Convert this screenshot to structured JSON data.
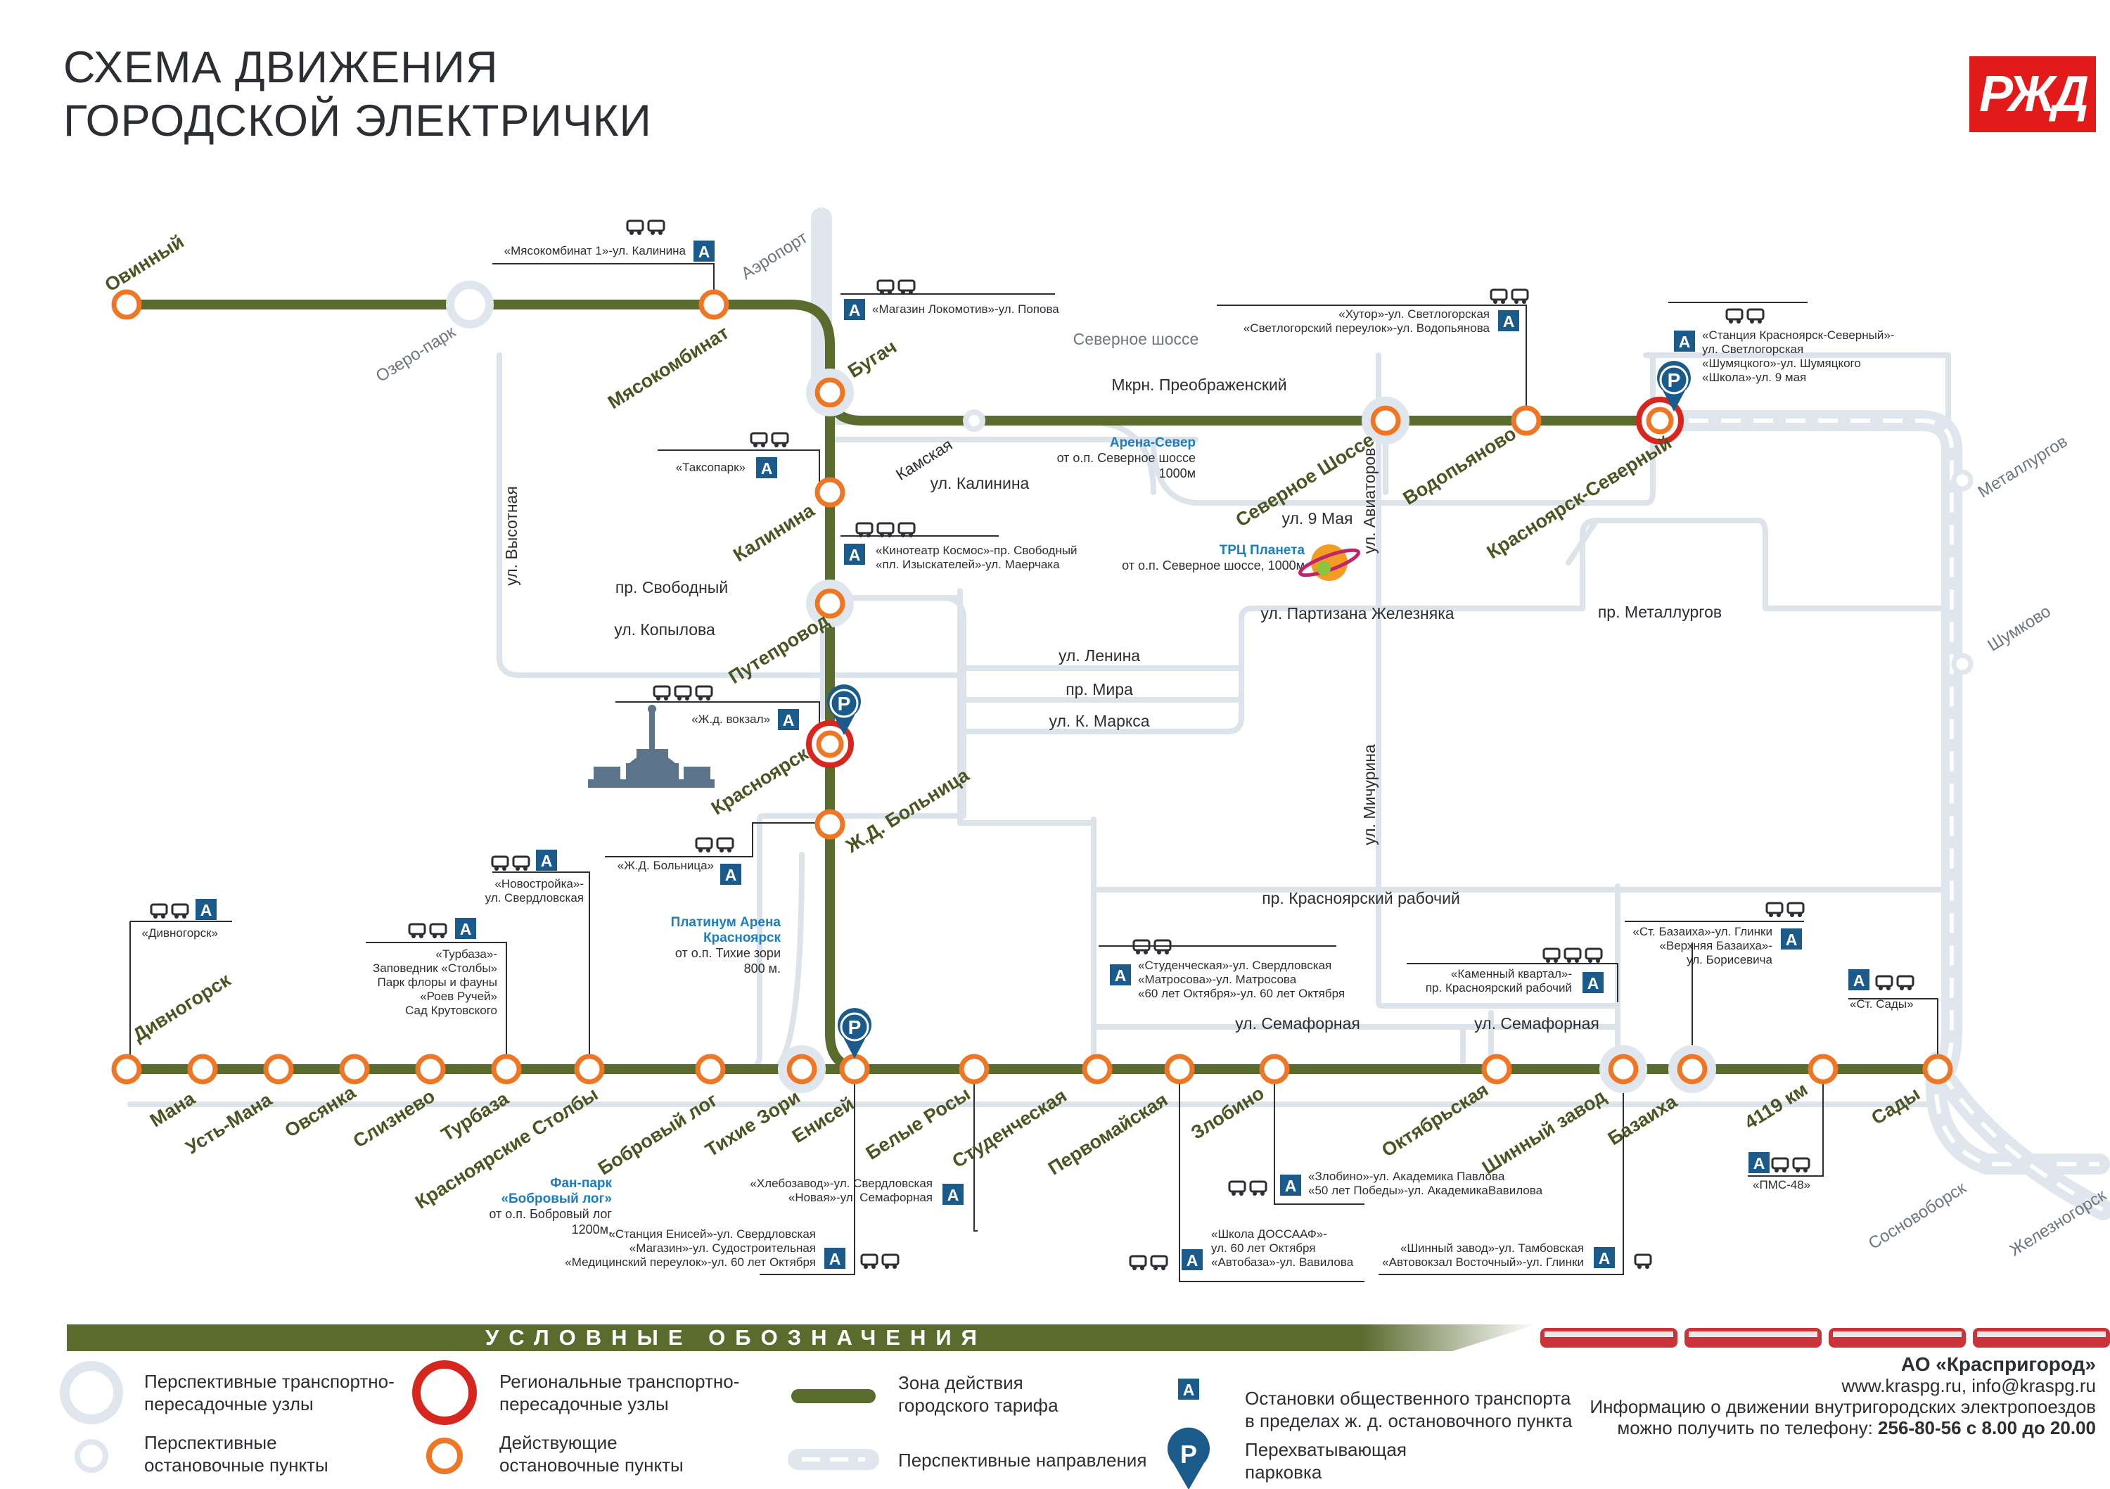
{
  "title": {
    "line1": "СХЕМА ДВИЖЕНИЯ",
    "line2": "ГОРОДСКОЙ ЭЛЕКТРИЧКИ"
  },
  "logo": {
    "text": "РЖД"
  },
  "colors": {
    "tariff_line": "#5a6b2e",
    "future_line": "#dfe6ee",
    "station_ring": "#ee7624",
    "regional_hub": "#d7261e",
    "street": "#dce3ea",
    "parking": "#1b5b8c",
    "bus_stop": "#1b5b8c",
    "label_street": "#2b2e33",
    "label_station": "#4b5522",
    "label_future": "#6d7680"
  },
  "stations": [
    {
      "id": "ovinny",
      "name": "Овинный"
    },
    {
      "id": "ozero_park",
      "name": "Озеро-парк",
      "future": true
    },
    {
      "id": "myasokombinat",
      "name": "Мясокомбинат"
    },
    {
      "id": "aeroport",
      "name": "Аэропорт",
      "future": true
    },
    {
      "id": "bugach",
      "name": "Бугач"
    },
    {
      "id": "kalinina",
      "name": "Калинина"
    },
    {
      "id": "puteprovod",
      "name": "Путепровод"
    },
    {
      "id": "krasnoyarsk",
      "name": "Красноярск"
    },
    {
      "id": "zhd_bolnitsa",
      "name": "Ж.Д. Больница"
    },
    {
      "id": "divnogorsk",
      "name": "Дивногорск"
    },
    {
      "id": "mana",
      "name": "Мана"
    },
    {
      "id": "ust_mana",
      "name": "Усть-Мана"
    },
    {
      "id": "ovsyanka",
      "name": "Овсянка"
    },
    {
      "id": "sliznevo",
      "name": "Слизнево"
    },
    {
      "id": "turbaza",
      "name": "Турбаза"
    },
    {
      "id": "kras_stolby",
      "name": "Красноярские Столбы"
    },
    {
      "id": "bobrovy_log",
      "name": "Бобровый лог"
    },
    {
      "id": "tikhie_zori",
      "name": "Тихие Зори"
    },
    {
      "id": "enisey",
      "name": "Енисей"
    },
    {
      "id": "belye_rosy",
      "name": "Белые Росы"
    },
    {
      "id": "studencheskaya",
      "name": "Студенческая"
    },
    {
      "id": "pervomayskaya",
      "name": "Первомайская"
    },
    {
      "id": "zlobino",
      "name": "Злобино"
    },
    {
      "id": "oktyabrskaya",
      "name": "Октябрьская"
    },
    {
      "id": "shinny_zavod",
      "name": "Шинный завод"
    },
    {
      "id": "bazaikha",
      "name": "Базаиха"
    },
    {
      "id": "km4119",
      "name": "4119 км"
    },
    {
      "id": "sady",
      "name": "Сады"
    },
    {
      "id": "sev_shosse",
      "name": "Северное Шоссе"
    },
    {
      "id": "vodopyanovo",
      "name": "Водопьяново"
    },
    {
      "id": "kras_severny",
      "name": "Красноярск-Северный"
    },
    {
      "id": "metallurgov",
      "name": "Металлургов",
      "future": true
    },
    {
      "id": "shumkovo",
      "name": "Шумково",
      "future": true
    },
    {
      "id": "sosnovoborsk",
      "name": "Сосновоборск",
      "future": true
    },
    {
      "id": "zheleznogorsk",
      "name": "Железногорск",
      "future": true
    }
  ],
  "streets": [
    {
      "id": "sev_shosse_st",
      "name": "Северное шоссе"
    },
    {
      "id": "preobrazh",
      "name": "Мкрн. Преображенский"
    },
    {
      "id": "kamskaya",
      "name": "Камская"
    },
    {
      "id": "kalinina_st",
      "name": "ул. Калинина"
    },
    {
      "id": "vysotnaya",
      "name": "ул. Высотная"
    },
    {
      "id": "svobodny",
      "name": "пр. Свободный"
    },
    {
      "id": "kopylova",
      "name": "ул. Копылова"
    },
    {
      "id": "lenina",
      "name": "ул. Ленина"
    },
    {
      "id": "mira",
      "name": "пр. Мира"
    },
    {
      "id": "marksa",
      "name": "ул. К. Маркса"
    },
    {
      "id": "may9",
      "name": "ул. 9 Мая"
    },
    {
      "id": "aviatorov",
      "name": "ул. Авиаторов"
    },
    {
      "id": "partizana",
      "name": "ул. Партизана Железняка"
    },
    {
      "id": "metallurgov_pr",
      "name": "пр. Металлургов"
    },
    {
      "id": "michurina",
      "name": "ул. Мичурина"
    },
    {
      "id": "kras_rabochy",
      "name": "пр. Красноярский рабочий"
    },
    {
      "id": "semafornaya1",
      "name": "ул. Семафорная"
    },
    {
      "id": "semafornaya2",
      "name": "ул. Семафорная"
    }
  ],
  "notes": [
    {
      "id": "arena",
      "title": "Арена-Север",
      "lines": [
        "от о.п. Северное шоссе",
        "1000м"
      ]
    },
    {
      "id": "planeta",
      "title": "ТРЦ Планета",
      "lines": [
        "от о.п. Северное шоссе, 1000м"
      ]
    },
    {
      "id": "platinum",
      "title": "Платинум Арена",
      "title2": "Красноярск",
      "lines": [
        "от о.п. Тихие зори",
        "800 м."
      ]
    },
    {
      "id": "fanpark",
      "title": "Фан-парк",
      "title2": "«Бобровый лог»",
      "lines": [
        "от о.п. Бобровый лог",
        "1200м."
      ]
    }
  ],
  "stops": [
    {
      "id": "s_myaso",
      "lines": [
        "«Мясокомбинат 1»-ул. Калинина"
      ]
    },
    {
      "id": "s_lokomotiv",
      "lines": [
        "«Магазин Локомотив»-ул. Попова"
      ]
    },
    {
      "id": "s_taksopark",
      "lines": [
        "«Таксопарк»"
      ]
    },
    {
      "id": "s_kosmos",
      "lines": [
        "«Кинотеатр Космос»-пр. Свободный",
        "«пл. Изыскателей»-ул. Маерчака"
      ]
    },
    {
      "id": "s_vokzal",
      "lines": [
        "«Ж.д. вокзал»"
      ]
    },
    {
      "id": "s_bolnitsa",
      "lines": [
        "«Ж.Д. Больница»"
      ]
    },
    {
      "id": "s_hutor",
      "lines": [
        "«Хутор»-ул. Светлогорская",
        "«Светлогорский переулок»-ул. Водопьянова"
      ]
    },
    {
      "id": "s_severny",
      "lines": [
        "«Станция Красноярск-Северный»-",
        "ул. Светлогорская",
        "«Шумяцкого»-ул. Шумяцкого",
        "«Школа»-ул. 9 мая"
      ]
    },
    {
      "id": "s_divnogorsk",
      "lines": [
        "«Дивногорск»"
      ]
    },
    {
      "id": "s_turbaza",
      "lines": [
        "«Турбаза»-",
        "Заповедник «Столбы»",
        "Парк флоры и фауны",
        "«Роев Ручей»",
        "Сад Крутовского"
      ]
    },
    {
      "id": "s_novostroyka",
      "lines": [
        "«Новостройка»-",
        "ул. Свердловская"
      ]
    },
    {
      "id": "s_hlebozavod",
      "lines": [
        "«Хлебозавод»-ул. Свердловская",
        "«Новая»-ул. Семафорная"
      ]
    },
    {
      "id": "s_enisey",
      "lines": [
        "«Станция Енисей»-ул. Свердловская",
        "«Магазин»-ул. Судостроительная",
        "«Медицинский переулок»-ул. 60 лет Октября"
      ]
    },
    {
      "id": "s_studench",
      "lines": [
        "«Студенческая»-ул. Свердловская",
        "«Матросова»-ул. Матросова",
        "«60 лет Октября»-ул. 60 лет Октября"
      ]
    },
    {
      "id": "s_zlobino",
      "lines": [
        "«Злобино»-ул. Академика Павлова",
        "«50 лет Победы»-ул. АкадемикаВавилова"
      ]
    },
    {
      "id": "s_dosaaf",
      "lines": [
        "«Школа ДОССААФ»-",
        "ул. 60 лет Октября",
        "«Автобаза»-ул. Вавилова"
      ]
    },
    {
      "id": "s_kamenny",
      "lines": [
        "«Каменный квартал»-",
        "пр. Красноярский рабочий"
      ]
    },
    {
      "id": "s_shinny",
      "lines": [
        "«Шинный завод»-ул. Тамбовская",
        "«Автовокзал Восточный»-ул. Глинки"
      ]
    },
    {
      "id": "s_bazaikha",
      "lines": [
        "«Ст. Базаиха»-ул. Глинки",
        "«Верхняя Базаиха»-",
        "ул. Борисевича"
      ]
    },
    {
      "id": "s_sady",
      "lines": [
        "«Ст. Сады»"
      ]
    },
    {
      "id": "s_pms",
      "lines": [
        "«ПМС-48»"
      ]
    }
  ],
  "legend": {
    "title": "УСЛОВНЫЕ ОБОЗНАЧЕНИЯ",
    "items": [
      {
        "id": "future_hub",
        "lines": [
          "Перспективные транспортно-",
          "пересадочные узлы"
        ]
      },
      {
        "id": "future_stop",
        "lines": [
          "Перспективные",
          "остановочные пункты"
        ]
      },
      {
        "id": "regional_hub",
        "lines": [
          "Региональные транспортно-",
          "пересадочные узлы"
        ]
      },
      {
        "id": "active_stop",
        "lines": [
          "Действующие",
          "остановочные пункты"
        ]
      },
      {
        "id": "tariff_zone",
        "lines": [
          "Зона действия",
          "городского тарифа"
        ]
      },
      {
        "id": "future_dir",
        "lines": [
          "Перспективные направления"
        ]
      },
      {
        "id": "bus_stops",
        "lines": [
          "Остановки общественного транспорта",
          "в пределах ж. д. остановочного пункта"
        ]
      },
      {
        "id": "parking",
        "lines": [
          "Перехватывающая",
          "парковка"
        ]
      }
    ]
  },
  "company": {
    "name": "АО «Краспригород»",
    "contacts": "www.kraspg.ru, info@kraspg.ru",
    "info": "Информацию о движении внутригородских электропоездов",
    "phone_prefix": "можно получить по телефону:",
    "phone": "256-80-56 с 8.00 до 20.00"
  }
}
